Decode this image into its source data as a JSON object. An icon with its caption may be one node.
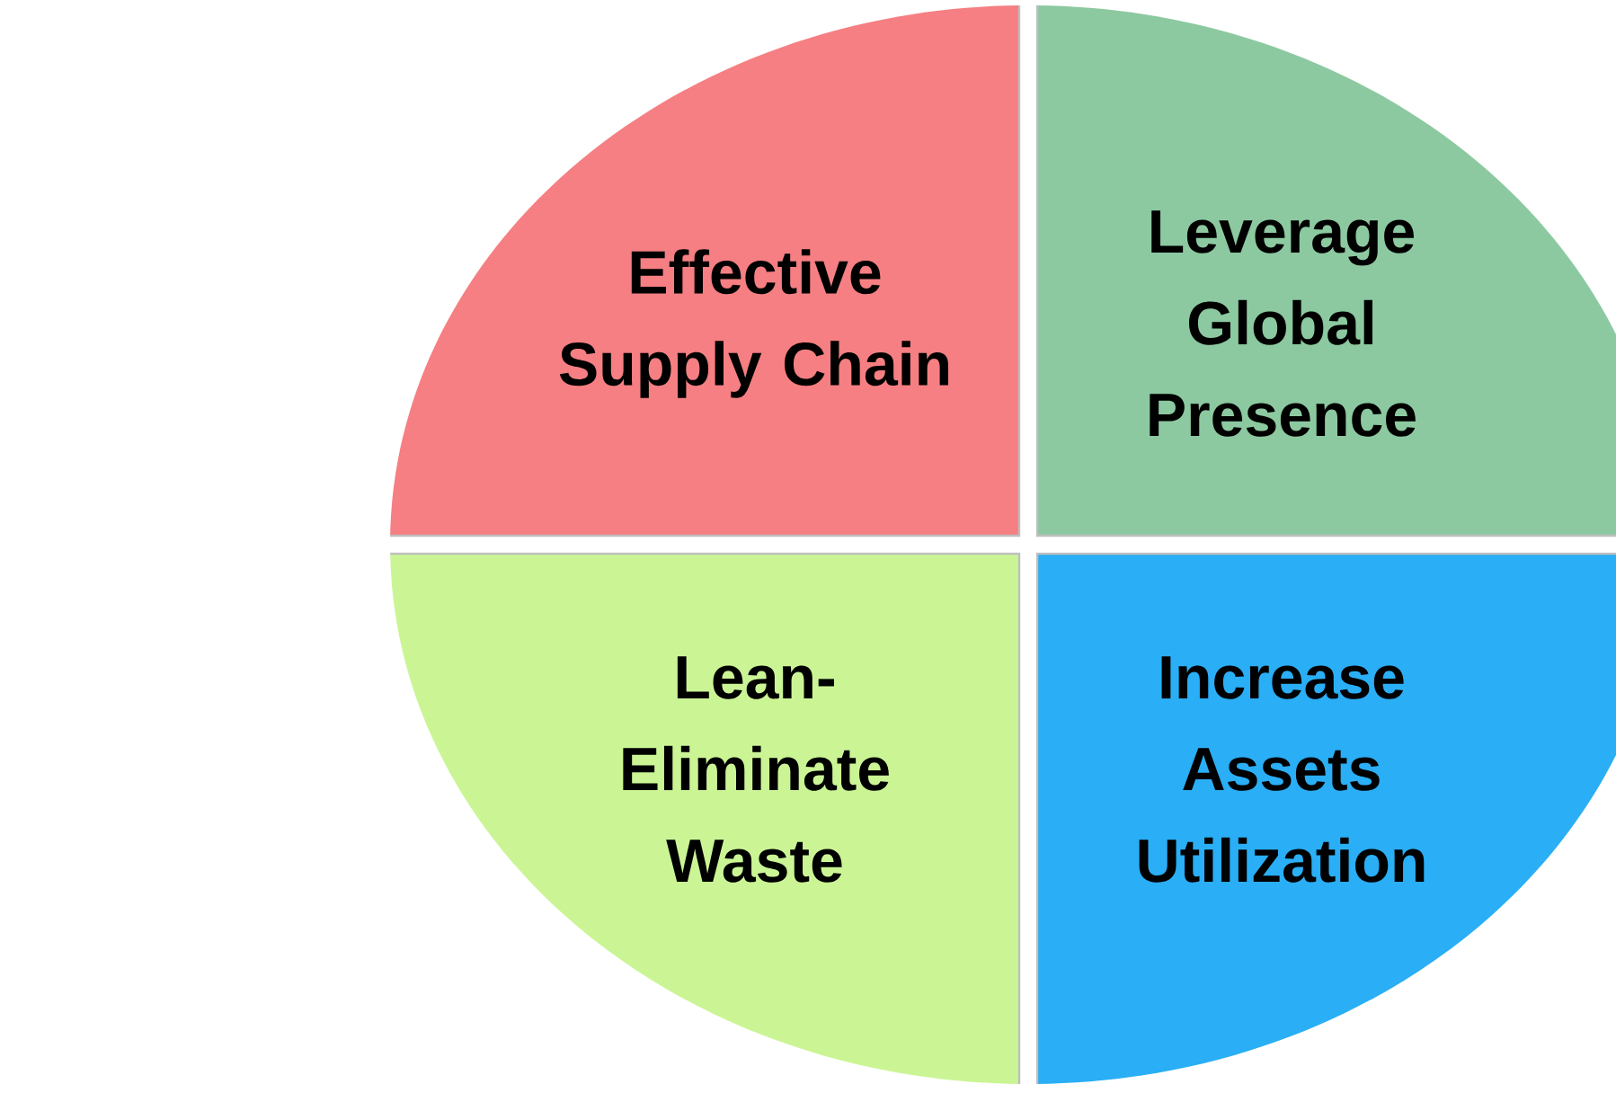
{
  "diagram": {
    "nodes": [
      {
        "text": [
          "Effective Supply Chain"
        ]
      },
      {
        "text": [
          "Leverage Global Presence"
        ]
      },
      {
        "text": [
          "Lean- Eliminate Waste"
        ]
      },
      {
        "text": [
          "Increase Assets Utilization"
        ]
      }
    ]
  }
}
